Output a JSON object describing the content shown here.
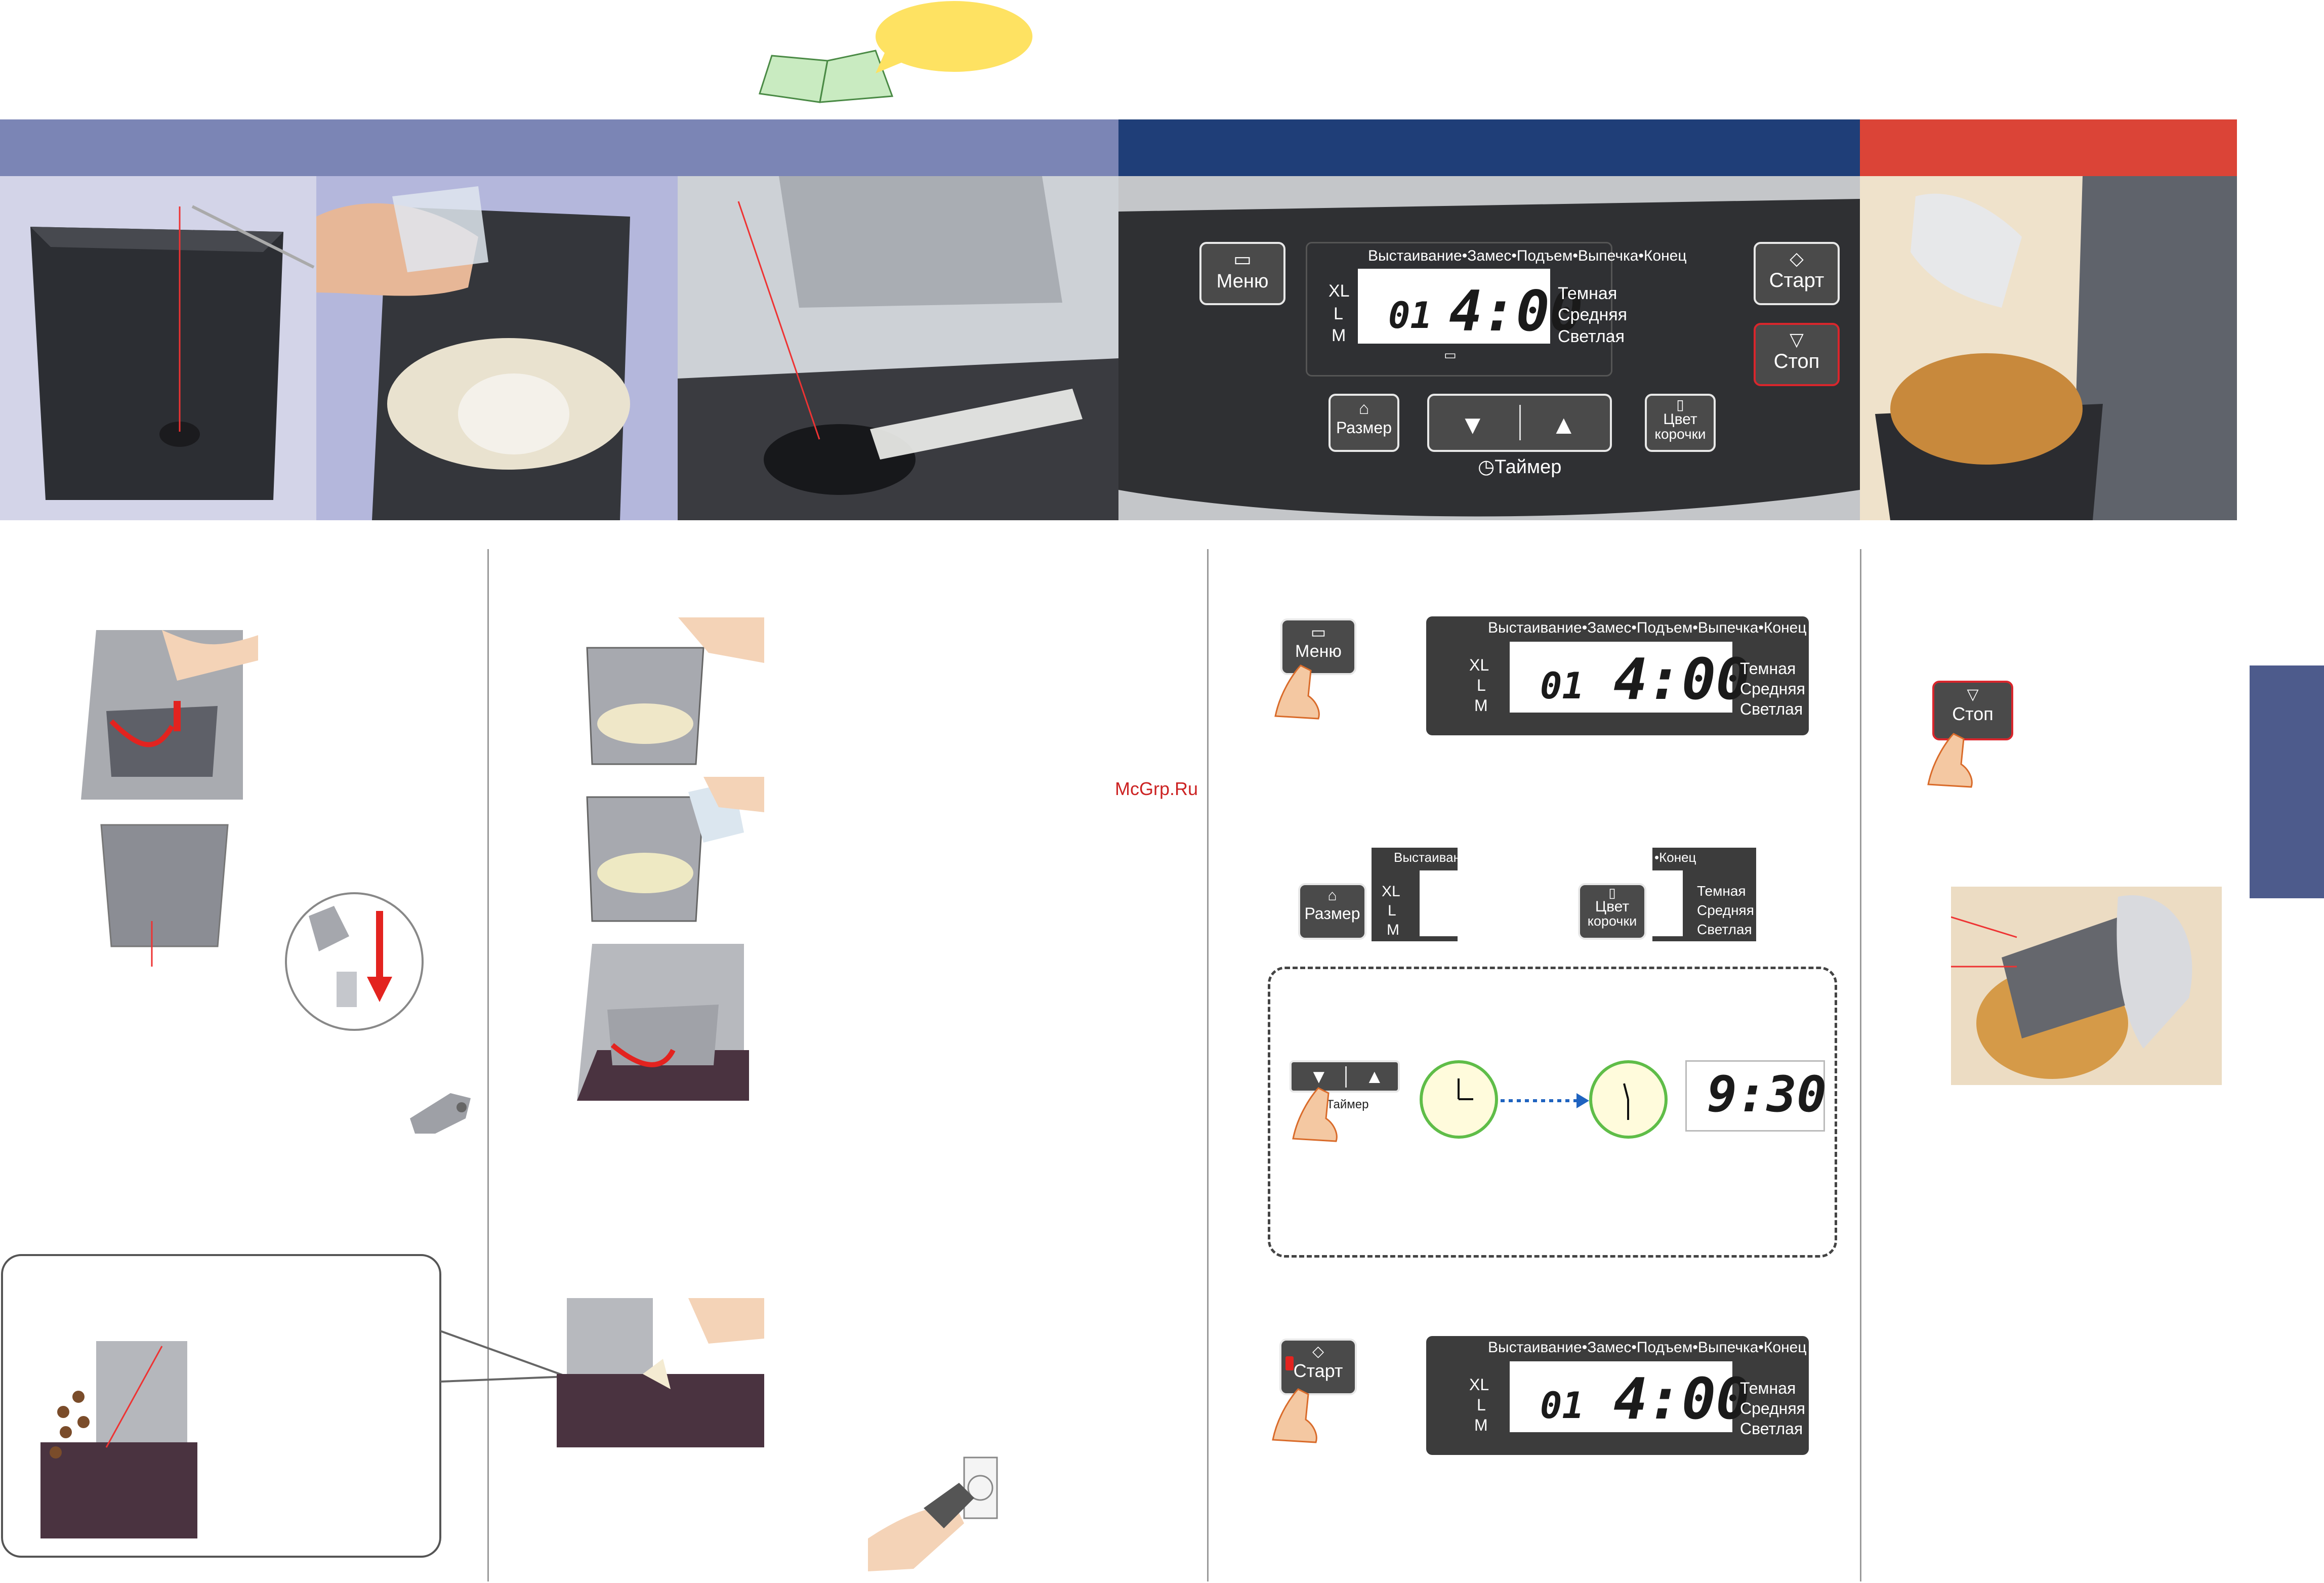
{
  "watermark": "McGrp.Ru",
  "control_panel": {
    "status_row": "Выстаивание•Замес•Подъем•Выпечка•Конец",
    "sizes": [
      "XL",
      "L",
      "M"
    ],
    "crust_options": [
      "Темная",
      "Средняя",
      "Светлая"
    ],
    "program_number": "01",
    "time": "4:00",
    "buttons": {
      "menu": "Меню",
      "start": "Старт",
      "stop": "Стоп",
      "size": "Размер",
      "crust_line1": "Цвет",
      "crust_line2": "корочки",
      "timer": "Таймер"
    }
  },
  "small_panels": {
    "size_panel_header": "Выстаивание",
    "crust_panel_header": "•Конец"
  },
  "timer_display": "9:30",
  "colors": {
    "band_left": "#7b85b5",
    "band_mid": "#1f3e78",
    "band_right": "#db4437",
    "side_tab": "#4d5b8c",
    "lcd_dark": "#3c3c3c",
    "red_accent": "#d9262c",
    "clock_green": "#5fbd48",
    "arrow_blue": "#1f63c0"
  }
}
